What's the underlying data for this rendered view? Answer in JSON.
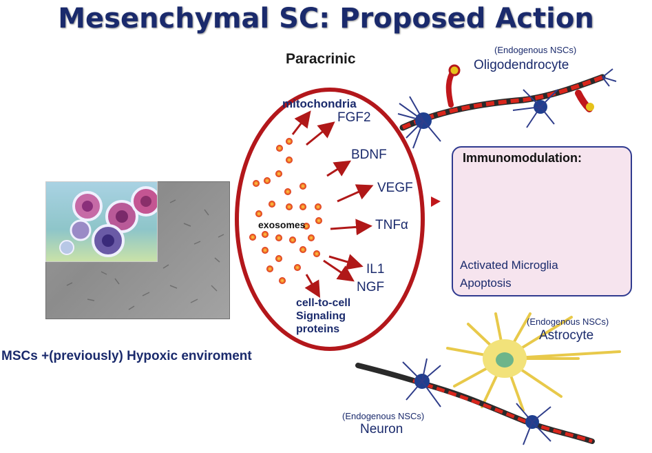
{
  "title": "Mesenchymal SC: Proposed Action",
  "paracrine": {
    "heading": "Paracrinic",
    "mitochondria": "mitochondria",
    "exosomes": "exosomes",
    "factors": [
      "FGF2",
      "BDNF",
      "VEGF",
      "TNFα",
      "IL1",
      "NGF"
    ],
    "cell_signaling": [
      "cell-to-cell",
      "Signaling",
      "proteins"
    ]
  },
  "msc_label": "MSCs +(previously) Hypoxic enviroment",
  "immunomodulation": {
    "title": "Immunomodulation:",
    "line1": "Activated Microglia",
    "line2": "Apoptosis"
  },
  "cells": {
    "oligodendrocyte": {
      "source": "(Endogenous NSCs)",
      "name": "Oligodendrocyte"
    },
    "astrocyte": {
      "source": "(Endogenous NSCs)",
      "name": "Astrocyte"
    },
    "neuron": {
      "source": "(Endogenous NSCs)",
      "name": "Neuron"
    }
  },
  "colors": {
    "title": "#1a2a6c",
    "arrow": "#b01818",
    "ellipse": "#b3171b",
    "vesicle": "#e8431c",
    "box_border": "#2f3a8f",
    "box_fill": "#f6e4ee"
  }
}
